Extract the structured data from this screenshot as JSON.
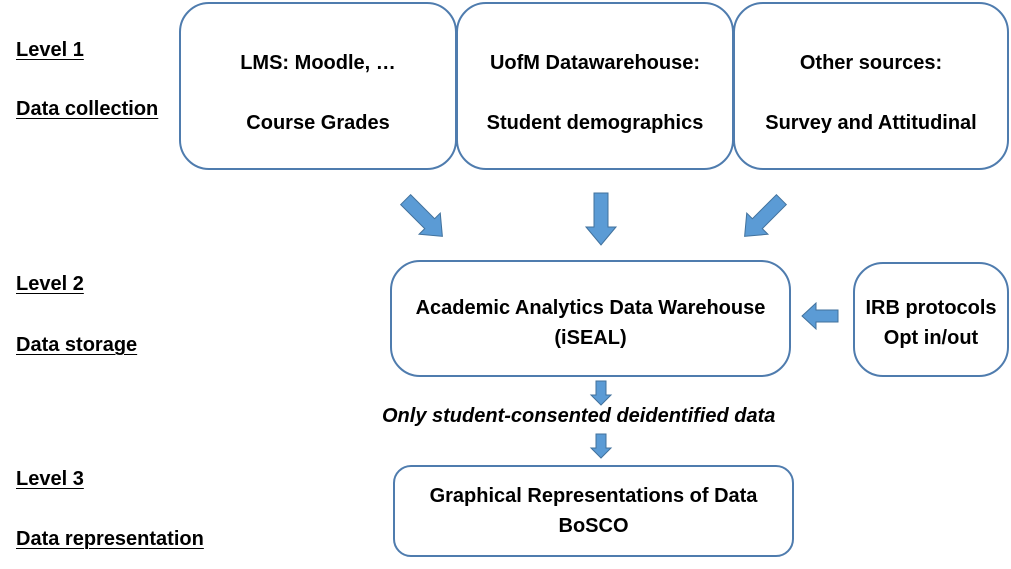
{
  "levels": [
    {
      "level": "Level 1",
      "name": "Data collection"
    },
    {
      "level": "Level 2",
      "name": "Data storage"
    },
    {
      "level": "Level 3",
      "name": "Data representation"
    }
  ],
  "sources": [
    {
      "title": "LMS: Moodle,  …",
      "detail": "Course Grades"
    },
    {
      "title": "UofM Datawarehouse:",
      "detail": "Student demographics"
    },
    {
      "title": "Other sources:",
      "detail": "Survey and Attitudinal"
    }
  ],
  "warehouse": {
    "line1": "Academic Analytics Data Warehouse",
    "line2": "(iSEAL)"
  },
  "irb": {
    "line1": "IRB protocols",
    "line2": "Opt in/out"
  },
  "filter_caption": "Only student-consented deidentified data",
  "representation": {
    "line1": "Graphical Representations of Data",
    "line2": "BoSCO"
  },
  "colors": {
    "box_border": "#4f7cae",
    "arrow_fill": "#5b9bd5",
    "arrow_stroke": "#41719c"
  },
  "icons": [
    "arrow-down-right-icon",
    "arrow-down-icon",
    "arrow-down-left-icon",
    "arrow-left-icon"
  ]
}
